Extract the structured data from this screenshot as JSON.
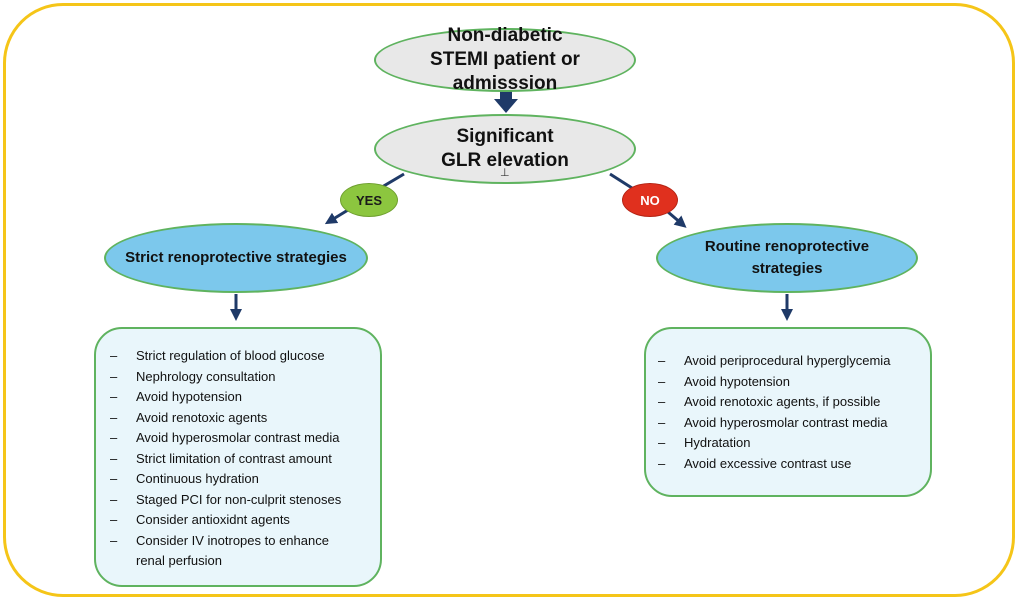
{
  "root": {
    "label": "Non-diabetic STEMI patient or admisssion"
  },
  "decision": {
    "label": "Significant GLR elevation"
  },
  "yes_badge": {
    "label": "YES"
  },
  "no_badge": {
    "label": "NO"
  },
  "left_branch": {
    "title": "Strict renoprotective strategies",
    "items": [
      "Strict regulation of blood glucose",
      "Nephrology consultation",
      "Avoid hypotension",
      "Avoid renotoxic agents",
      "Avoid hyperosmolar contrast media",
      "Strict limitation of contrast amount",
      "Continuous hydration",
      "Staged PCI for non-culprit stenoses",
      "Consider antioxidnt agents",
      "Consider IV inotropes to enhance renal perfusion"
    ]
  },
  "right_branch": {
    "title": "Routine renoprotective strategies",
    "items": [
      "Avoid periprocedural hyperglycemia",
      "Avoid hypotension",
      "Avoid renotoxic agents, if possible",
      "Avoid hyperosmolar contrast media",
      "Hydratation",
      "Avoid excessive contrast use"
    ]
  },
  "colors": {
    "frame": "#f5c518",
    "node_gray": "#e8e8e8",
    "node_blue": "#7cc8ec",
    "node_border": "#5fb35f",
    "box_fill": "#e9f6fb",
    "arrow": "#1f3a68",
    "yes": "#8cc63f",
    "no": "#e0301e"
  }
}
